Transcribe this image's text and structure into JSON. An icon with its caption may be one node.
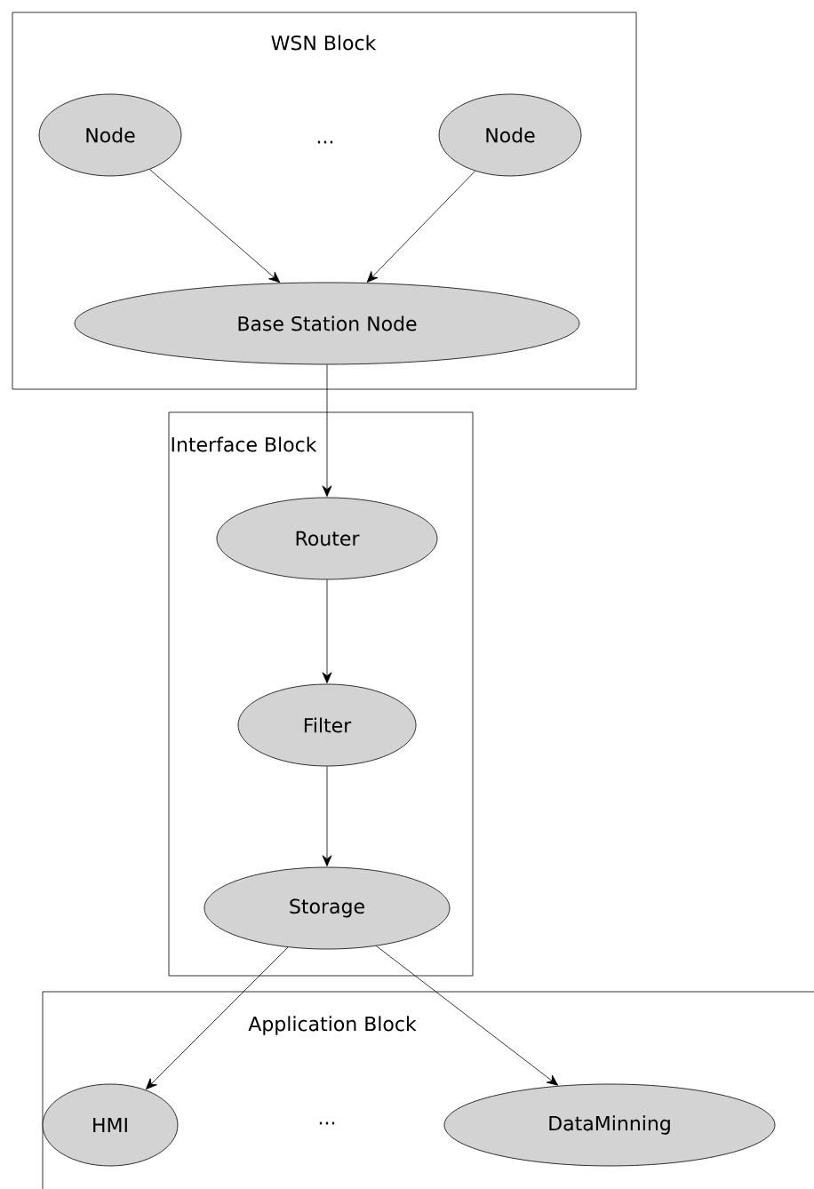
{
  "diagram": {
    "nodes": [
      {
        "text": [
          "WSN Block"
        ]
      },
      {
        "text": [
          "Node"
        ],
        "in": 0
      },
      {
        "text": [
          "Node"
        ],
        "in": 0
      },
      {
        "text": [
          "Base Station Node"
        ],
        "in": 0
      },
      {
        "text": [
          "Interface Block"
        ]
      },
      {
        "text": [
          "Router"
        ],
        "in": 4
      },
      {
        "text": [
          "Filter"
        ],
        "in": 4
      },
      {
        "text": [
          "Storage"
        ],
        "in": 4
      },
      {
        "text": [
          "Application Block"
        ]
      },
      {
        "text": [
          "HMI"
        ],
        "in": 8
      },
      {
        "text": [
          "DataMinning"
        ],
        "in": 8
      }
    ],
    "edges": [
      {
        "from": 1,
        "to": 3,
        "arrow": "to"
      },
      {
        "from": 2,
        "to": 3,
        "arrow": "to"
      },
      {
        "from": 3,
        "to": 5,
        "arrow": "to"
      },
      {
        "from": 5,
        "to": 6,
        "arrow": "to"
      },
      {
        "from": 6,
        "to": 7,
        "arrow": "to"
      },
      {
        "from": 7,
        "to": 9,
        "arrow": "to"
      },
      {
        "from": 7,
        "to": 10,
        "arrow": "to"
      }
    ],
    "labels": [
      "...",
      "..."
    ]
  }
}
